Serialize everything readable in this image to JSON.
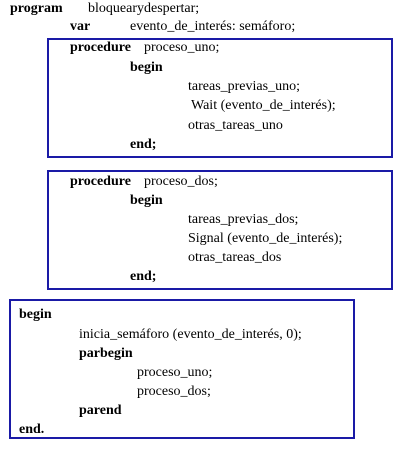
{
  "colors": {
    "box_border": "#1a1aa6",
    "text": "#000000",
    "background": "#ffffff"
  },
  "header": {
    "program_kw": "program",
    "program_name": "bloquearydespertar;",
    "var_kw": "var",
    "var_decl": "evento_de_interés: semáforo;"
  },
  "procedure_uno": {
    "procedure_kw": "procedure",
    "name": "proceso_uno;",
    "begin_kw": "begin",
    "lines": [
      "tareas_previas_uno;",
      "Wait (evento_de_interés);",
      "otras_tareas_uno"
    ],
    "end_kw": "end;"
  },
  "procedure_dos": {
    "procedure_kw": "procedure",
    "name": "proceso_dos;",
    "begin_kw": "begin",
    "lines": [
      "tareas_previas_dos;",
      "Signal (evento_de_interés);",
      "otras_tareas_dos"
    ],
    "end_kw": "end;"
  },
  "main_block": {
    "begin_kw": "begin",
    "init_line": "inicia_semáforo (evento_de_interés, 0);",
    "parbegin_kw": "parbegin",
    "calls": [
      "proceso_uno;",
      "proceso_dos;"
    ],
    "parend_kw": "parend",
    "end_kw": "end."
  }
}
